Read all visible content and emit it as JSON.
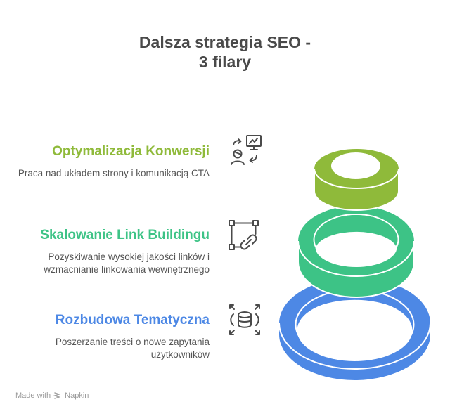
{
  "title": {
    "line1": "Dalsza strategia SEO -",
    "line2": "3 filary"
  },
  "pillars": [
    {
      "heading": "Optymalizacja Konwersji",
      "description": "Praca nad układem strony i komunikacją CTA",
      "icon": "conversion-optimization-icon",
      "color": "#8fba3a"
    },
    {
      "heading": "Skalowanie Link Buildingu",
      "description": "Pozyskiwanie wysokiej jakości linków i wzmacnianie linkowania wewnętrznego",
      "icon": "link-network-icon",
      "color": "#3dc386"
    },
    {
      "heading": "Rozbudowa Tematyczna",
      "description": "Poszerzanie treści o nowe zapytania użytkowników",
      "icon": "database-expand-icon",
      "color": "#4d88e5"
    }
  ],
  "footer": {
    "made_with": "Made with",
    "brand": "Napkin"
  }
}
